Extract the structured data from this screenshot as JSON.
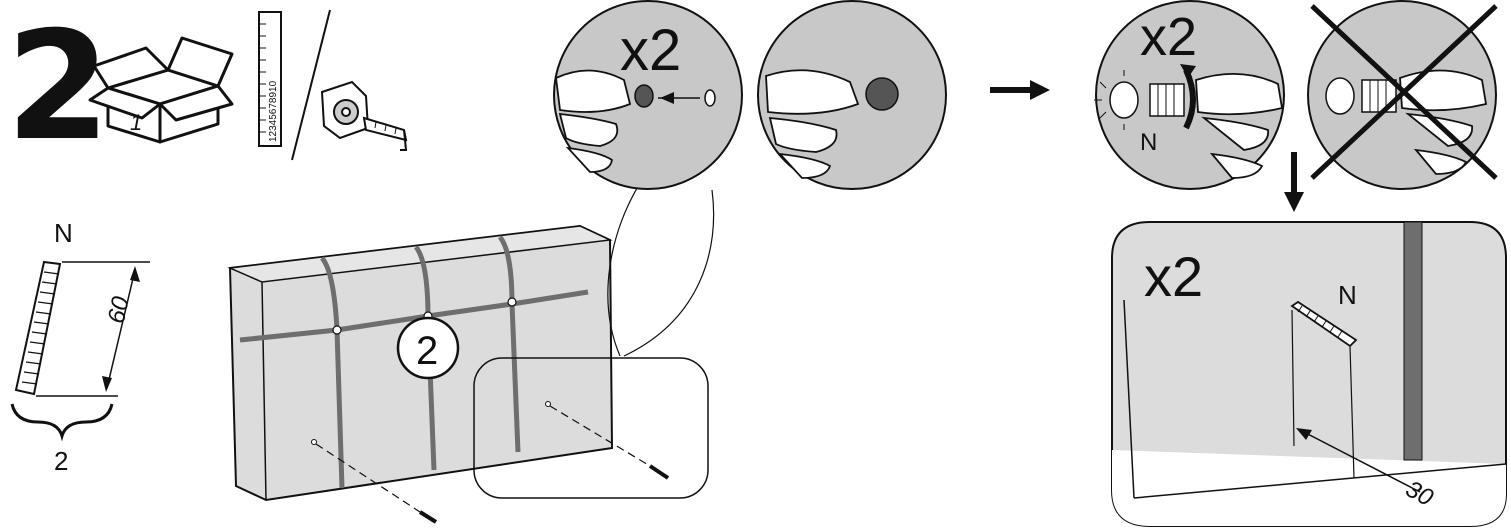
{
  "step": {
    "number": "2",
    "box_number": "1",
    "ruler_digits": "12345678910"
  },
  "part": {
    "id": "N",
    "length": "60",
    "quantity": "2"
  },
  "panel": {
    "callout": "2"
  },
  "detail_top": {
    "multiplier": "x2"
  },
  "detail_right": {
    "multiplier": "x2",
    "part_id": "N"
  },
  "detail_bottom": {
    "multiplier": "x2",
    "part_id": "N",
    "distance": "30"
  },
  "colors": {
    "ink": "#111111",
    "circle_fill": "#c8c8c8",
    "panel_fill": "#dcdcdc",
    "strap": "#6e6e6e"
  }
}
